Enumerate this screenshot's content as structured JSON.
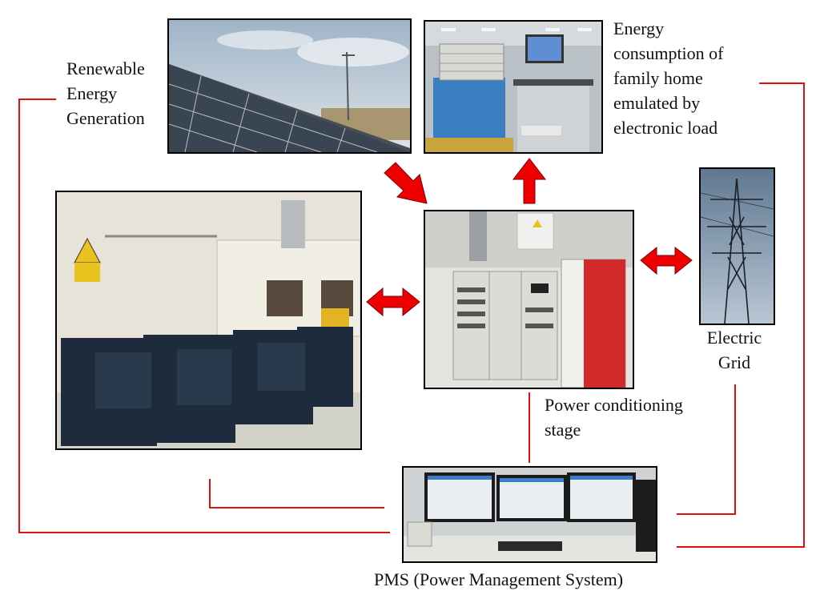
{
  "labels": {
    "renewable": "Renewable\nEnergy\nGeneration",
    "consumption": "Energy\nconsumption of\nfamily home\nemulated by\nelectronic load",
    "grid": "Electric\nGrid",
    "power_conditioning": "Power conditioning\nstage",
    "pms": "PMS (Power Management System)"
  },
  "colors": {
    "arrow_fill": "#ee0000",
    "connector_line": "#e01010",
    "border": "#000000"
  },
  "photos": {
    "solar": "solar-panel-field-photo",
    "load": "electronic-load-lab-photo",
    "storage": "hydrogen-storage-units-photo",
    "conditioning": "power-conditioning-cabinets-photo",
    "grid": "transmission-tower-photo",
    "pms": "control-room-monitors-photo"
  }
}
